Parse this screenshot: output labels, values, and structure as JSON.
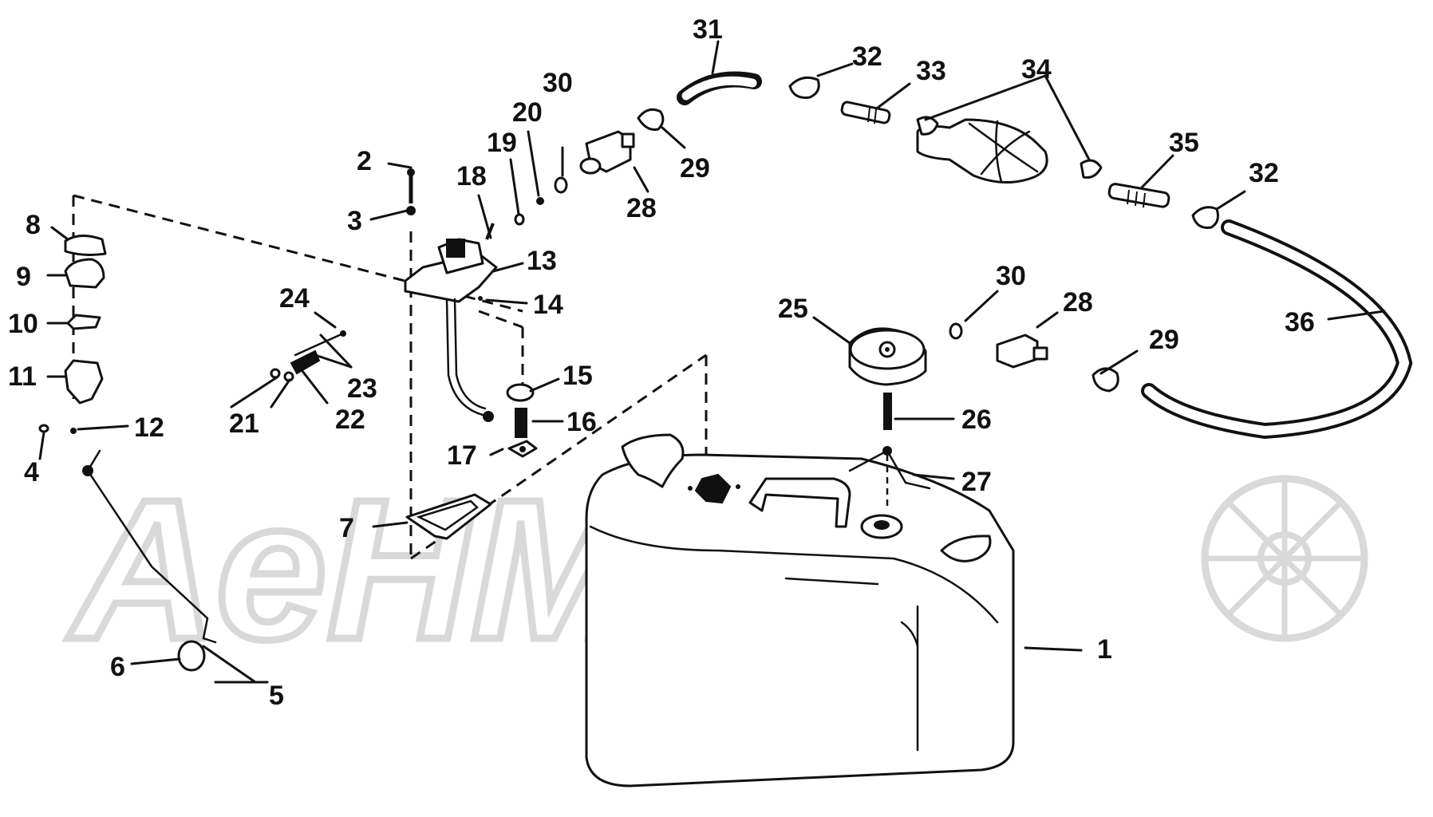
{
  "watermark": {
    "text": "AeHMoTo"
  },
  "callouts": [
    {
      "id": "c1",
      "text": "1"
    },
    {
      "id": "c2",
      "text": "2"
    },
    {
      "id": "c3",
      "text": "3"
    },
    {
      "id": "c4",
      "text": "4"
    },
    {
      "id": "c5",
      "text": "5"
    },
    {
      "id": "c6",
      "text": "6"
    },
    {
      "id": "c7",
      "text": "7"
    },
    {
      "id": "c8",
      "text": "8"
    },
    {
      "id": "c9",
      "text": "9"
    },
    {
      "id": "c10",
      "text": "10"
    },
    {
      "id": "c11",
      "text": "11"
    },
    {
      "id": "c12",
      "text": "12"
    },
    {
      "id": "c13",
      "text": "13"
    },
    {
      "id": "c14",
      "text": "14"
    },
    {
      "id": "c15",
      "text": "15"
    },
    {
      "id": "c16",
      "text": "16"
    },
    {
      "id": "c17",
      "text": "17"
    },
    {
      "id": "c18",
      "text": "18"
    },
    {
      "id": "c19",
      "text": "19"
    },
    {
      "id": "c20",
      "text": "20"
    },
    {
      "id": "c21",
      "text": "21"
    },
    {
      "id": "c22",
      "text": "22"
    },
    {
      "id": "c23",
      "text": "23"
    },
    {
      "id": "c24",
      "text": "24"
    },
    {
      "id": "c25",
      "text": "25"
    },
    {
      "id": "c26",
      "text": "26"
    },
    {
      "id": "c27",
      "text": "27"
    },
    {
      "id": "c28a",
      "text": "28"
    },
    {
      "id": "c28b",
      "text": "28"
    },
    {
      "id": "c29a",
      "text": "29"
    },
    {
      "id": "c29b",
      "text": "29"
    },
    {
      "id": "c30a",
      "text": "30"
    },
    {
      "id": "c30b",
      "text": "30"
    },
    {
      "id": "c31",
      "text": "31"
    },
    {
      "id": "c32a",
      "text": "32"
    },
    {
      "id": "c32b",
      "text": "32"
    },
    {
      "id": "c33",
      "text": "33"
    },
    {
      "id": "c34",
      "text": "34"
    },
    {
      "id": "c35",
      "text": "35"
    },
    {
      "id": "c36",
      "text": "36"
    }
  ]
}
